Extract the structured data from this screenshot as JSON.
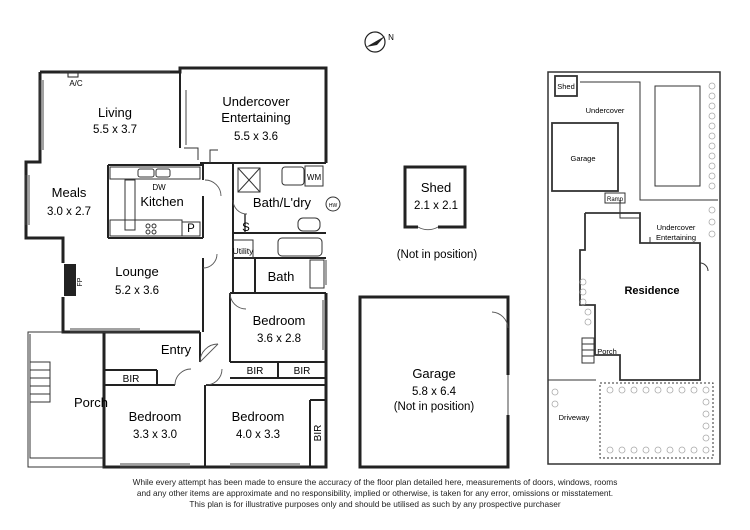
{
  "compass": {
    "label": "N"
  },
  "rooms": {
    "living": {
      "name": "Living",
      "dim": "5.5 x 3.7"
    },
    "undercover": {
      "name": "Undercover",
      "name2": "Entertaining",
      "dim": "5.5 x 3.6"
    },
    "meals": {
      "name": "Meals",
      "dim": "3.0 x 2.7"
    },
    "kitchen": {
      "name": "Kitchen"
    },
    "bath_ldry": {
      "name": "Bath/L'dry"
    },
    "lounge": {
      "name": "Lounge",
      "dim": "5.2 x 3.6"
    },
    "utility": {
      "name": "Utility"
    },
    "bath": {
      "name": "Bath"
    },
    "bedroom2": {
      "name": "Bedroom",
      "dim": "3.6 x 2.8"
    },
    "entry": {
      "name": "Entry"
    },
    "porch": {
      "name": "Porch"
    },
    "bedroom3": {
      "name": "Bedroom",
      "dim": "3.3 x 3.0"
    },
    "bedroom1": {
      "name": "Bedroom",
      "dim": "4.0 x 3.3"
    },
    "shed": {
      "name": "Shed",
      "dim": "2.1 x 2.1",
      "note": "(Not in position)"
    },
    "garage": {
      "name": "Garage",
      "dim": "5.8 x 6.4",
      "note": "(Not in position)"
    }
  },
  "fixtures": {
    "ac": "A/C",
    "dw": "DW",
    "wm": "WM",
    "hw": "HW",
    "fp": "FP",
    "p": "P",
    "s": "S",
    "bir": "BIR"
  },
  "site_plan": {
    "shed": "Shed",
    "undercover": "Undercover",
    "garage": "Garage",
    "ramp": "Ramp",
    "undercover_ent1": "Undercover",
    "undercover_ent2": "Entertaining",
    "residence": "Residence",
    "porch": "Porch",
    "driveway": "Driveway"
  },
  "disclaimer": [
    "While every attempt has been made to ensure the accuracy of the floor plan detailed here, measurements of doors, windows, rooms",
    "and any other items are approximate and no responsibility, implied or otherwise, is taken for any error, omissions or misstatement.",
    "This plan is for illustrative purposes only and should be utilised as such by any prospective purchaser"
  ]
}
